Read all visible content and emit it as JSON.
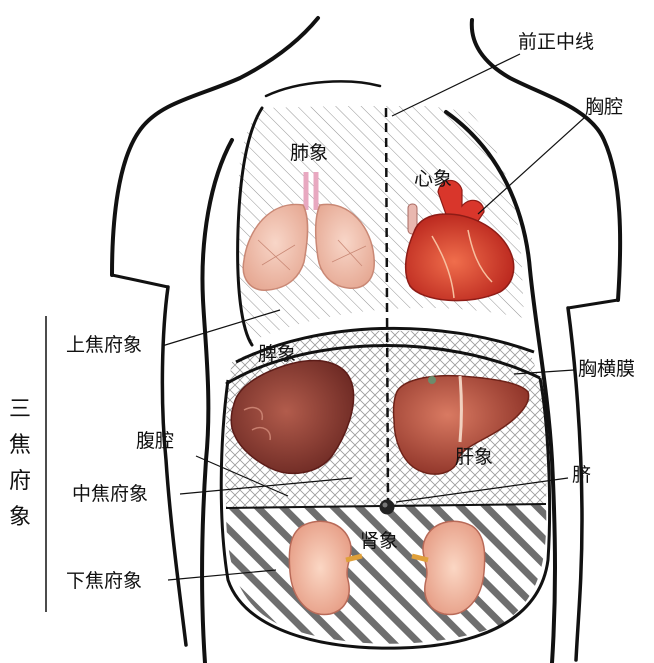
{
  "labels": {
    "midline": "前正中线",
    "chest_cavity": "胸腔",
    "lung": "肺象",
    "heart": "心象",
    "upper_jiao": "上焦府象",
    "spleen": "脾象",
    "diaphragm": "胸横膜",
    "abdominal_cavity": "腹腔",
    "liver": "肝象",
    "navel": "脐",
    "middle_jiao": "中焦府象",
    "kidney": "肾象",
    "lower_jiao": "下焦府象",
    "san_jiao": "三焦府象"
  },
  "colors": {
    "outline": "#111111",
    "hatch": "#666666",
    "lung": "#efb9a8",
    "heart": "#d9362b",
    "spleen": "#8e3c34",
    "liver": "#b5483a",
    "kidney": "#f0b39c",
    "background": "#ffffff"
  }
}
